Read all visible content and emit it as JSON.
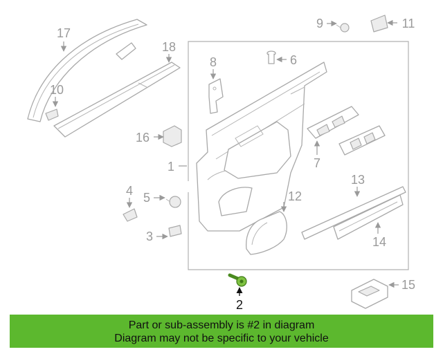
{
  "callouts": {
    "c1": "1",
    "c2": "2",
    "c3": "3",
    "c4": "4",
    "c5": "5",
    "c6": "6",
    "c7": "7",
    "c8": "8",
    "c9": "9",
    "c10": "10",
    "c11": "11",
    "c12": "12",
    "c13": "13",
    "c14": "14",
    "c15": "15",
    "c16": "16",
    "c17": "17",
    "c18": "18"
  },
  "highlight": {
    "part": "2",
    "color": "#7fc242"
  },
  "banner": {
    "line1": "Part or sub-assembly is #2 in diagram",
    "line2": "Diagram may not be specific to your vehicle",
    "background": "#5cb82e"
  }
}
